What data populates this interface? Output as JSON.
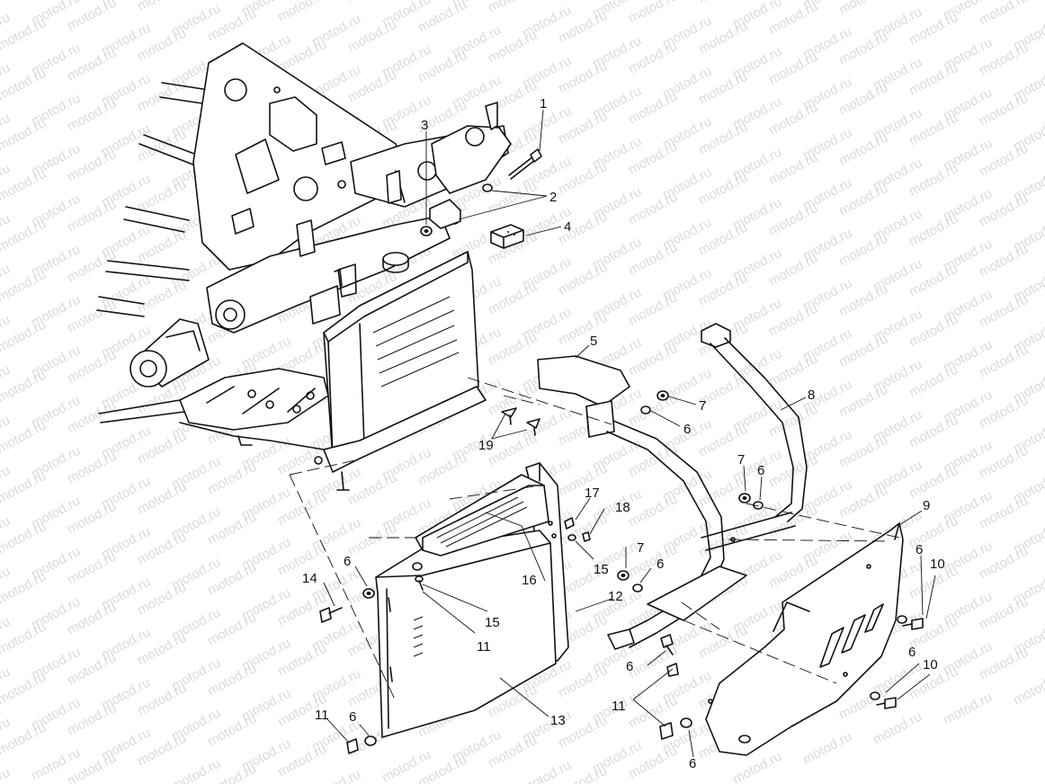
{
  "watermark": "motod.ru",
  "callouts": {
    "c1": "1",
    "c2": "2",
    "c3": "3",
    "c4": "4",
    "c5": "5",
    "c6a": "6",
    "c6b": "6",
    "c6c": "6",
    "c6d": "6",
    "c6e": "6",
    "c6f": "6",
    "c6g": "6",
    "c6h": "6",
    "c6i": "6",
    "c7a": "7",
    "c7b": "7",
    "c7c": "7",
    "c8": "8",
    "c9": "9",
    "c10a": "10",
    "c10b": "10",
    "c11a": "11",
    "c11b": "11",
    "c11c": "11",
    "c12": "12",
    "c13": "13",
    "c14": "14",
    "c15a": "15",
    "c15b": "15",
    "c16": "16",
    "c17": "17",
    "c18": "18",
    "c19": "19"
  }
}
